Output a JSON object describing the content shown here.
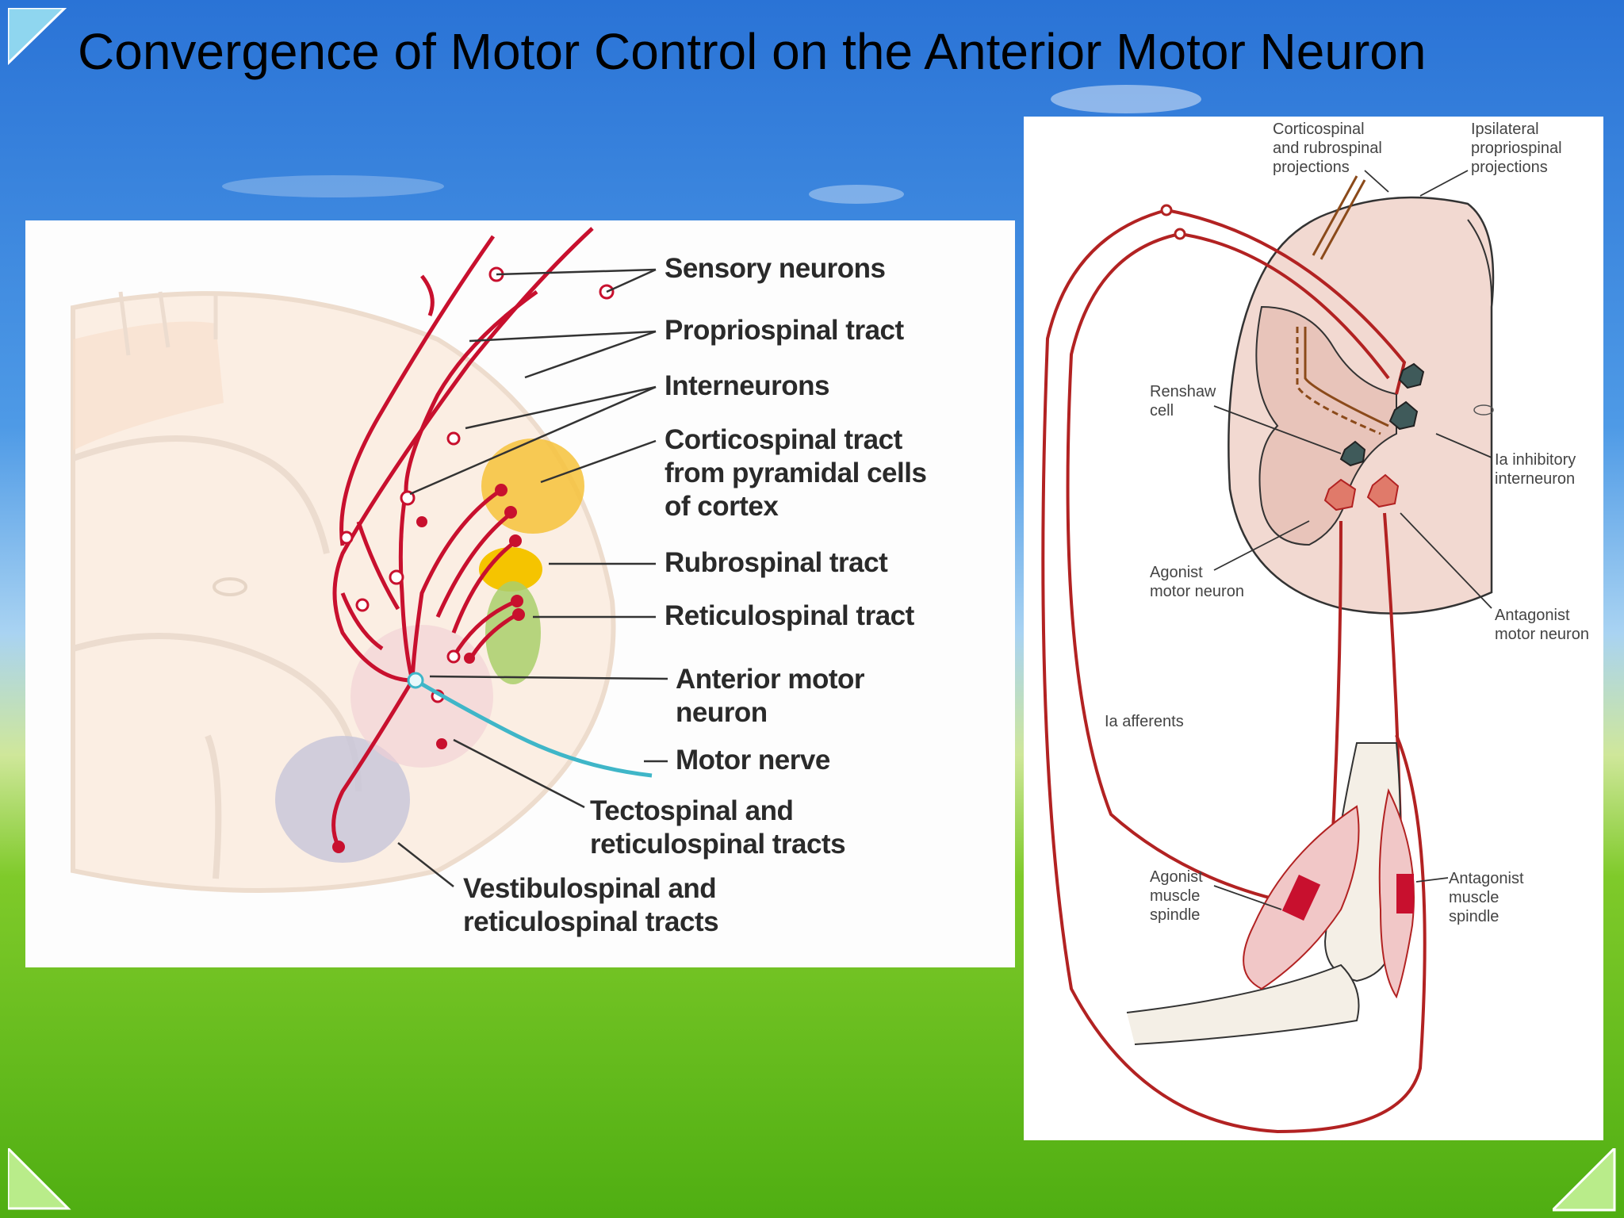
{
  "slide": {
    "title": "Convergence of Motor Control on the Anterior Motor Neuron"
  },
  "left_diagram": {
    "labels": {
      "sensory": "Sensory neurons",
      "propriospinal": "Propriospinal tract",
      "interneurons": "Interneurons",
      "corticospinal_1": "Corticospinal tract",
      "corticospinal_2": "from pyramidal cells",
      "corticospinal_3": "of cortex",
      "rubrospinal": "Rubrospinal tract",
      "reticulospinal": "Reticulospinal tract",
      "anterior_1": "Anterior motor",
      "anterior_2": "neuron",
      "motor_nerve": "Motor nerve",
      "tecto_1": "Tectospinal and",
      "tecto_2": "reticulospinal tracts",
      "vestibulo_1": "Vestibulospinal and",
      "vestibulo_2": "reticulospinal tracts"
    }
  },
  "right_diagram": {
    "labels": {
      "cortico_1": "Corticospinal",
      "cortico_2": "and rubrospinal",
      "cortico_3": "projections",
      "ipsi_1": "Ipsilateral",
      "ipsi_2": "propriospinal",
      "ipsi_3": "projections",
      "renshaw_1": "Renshaw",
      "renshaw_2": "cell",
      "ia_inhib_1": "Ia inhibitory",
      "ia_inhib_2": "interneuron",
      "agonist_mn_1": "Agonist",
      "agonist_mn_2": "motor neuron",
      "antag_mn_1": "Antagonist",
      "antag_mn_2": "motor neuron",
      "ia_afferents": "Ia afferents",
      "agonist_sp_1": "Agonist",
      "agonist_sp_2": "muscle",
      "agonist_sp_3": "spindle",
      "antag_sp_1": "Antagonist",
      "antag_sp_2": "muscle",
      "antag_sp_3": "spindle"
    }
  },
  "colors": {
    "sky_top": "#2f7fd8",
    "sky_mid": "#8cc4ee",
    "grass": "#6ac21a",
    "neuron_red": "#c8102e",
    "motor_nerve_cyan": "#3fb6c8",
    "tract_yellow": "#f5c400",
    "tract_green": "#a9cf6b"
  }
}
